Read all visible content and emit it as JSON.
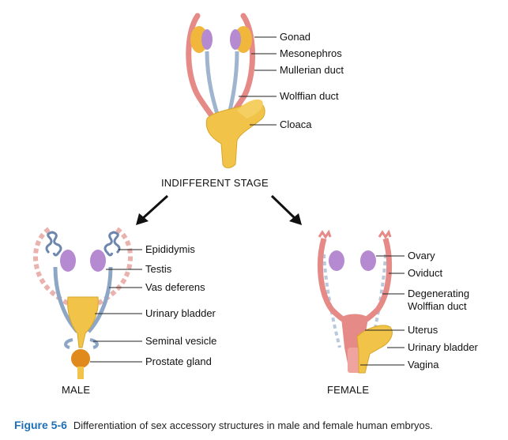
{
  "indifferent": {
    "title": "INDIFFERENT STAGE",
    "labels": [
      "Gonad",
      "Mesonephros",
      "Mullerian duct",
      "Wolffian duct",
      "Cloaca"
    ]
  },
  "male": {
    "title": "MALE",
    "labels": [
      "Epididymis",
      "Testis",
      "Vas deferens",
      "Urinary bladder",
      "Seminal vesicle",
      "Prostate gland"
    ]
  },
  "female": {
    "title": "FEMALE",
    "labels": [
      "Ovary",
      "Oviduct",
      "Degenerating",
      "Wolffian duct",
      "Uterus",
      "Urinary bladder",
      "Vagina"
    ]
  },
  "caption": {
    "figure_number": "Figure 5-6",
    "text": "Differentiation of sex accessory structures in male and female human embryos."
  },
  "colors": {
    "mullerian": "#e58a86",
    "wolffian": "#9fb4cf",
    "gonad": "#b58ad1",
    "mesonephros": "#f0b73c",
    "cloaca": "#f1c449",
    "prostate": "#e08a1e"
  }
}
